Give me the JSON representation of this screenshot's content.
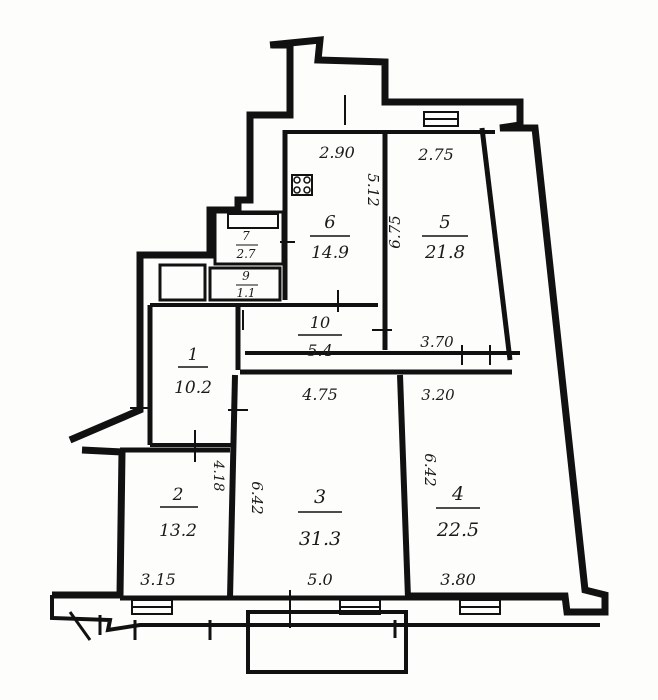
{
  "rooms": [
    {
      "id": "1",
      "number": "1",
      "area": "10.2"
    },
    {
      "id": "2",
      "number": "2",
      "area": "13.2"
    },
    {
      "id": "3",
      "number": "3",
      "area": "31.3"
    },
    {
      "id": "4",
      "number": "4",
      "area": "22.5"
    },
    {
      "id": "5",
      "number": "5",
      "area": "21.8"
    },
    {
      "id": "6",
      "number": "6",
      "area": "14.9"
    },
    {
      "id": "7",
      "number": "7",
      "area": "2.7"
    },
    {
      "id": "9",
      "number": "9",
      "area": "1.1"
    },
    {
      "id": "10",
      "number": "10",
      "area": "5.4"
    }
  ],
  "dimensions": {
    "room6_width": "2.90",
    "room5_width": "2.75",
    "room6_depth": "5.12",
    "room5_depth": "6.75",
    "corridor_width": "3.70",
    "room3_width_top": "4.75",
    "room4_width_top": "3.20",
    "room3_depth": "6.42",
    "room4_depth": "6.42",
    "room2_depth": "4.18",
    "room2_width": "3.15",
    "room3_width": "5.0",
    "room4_width": "3.80"
  }
}
